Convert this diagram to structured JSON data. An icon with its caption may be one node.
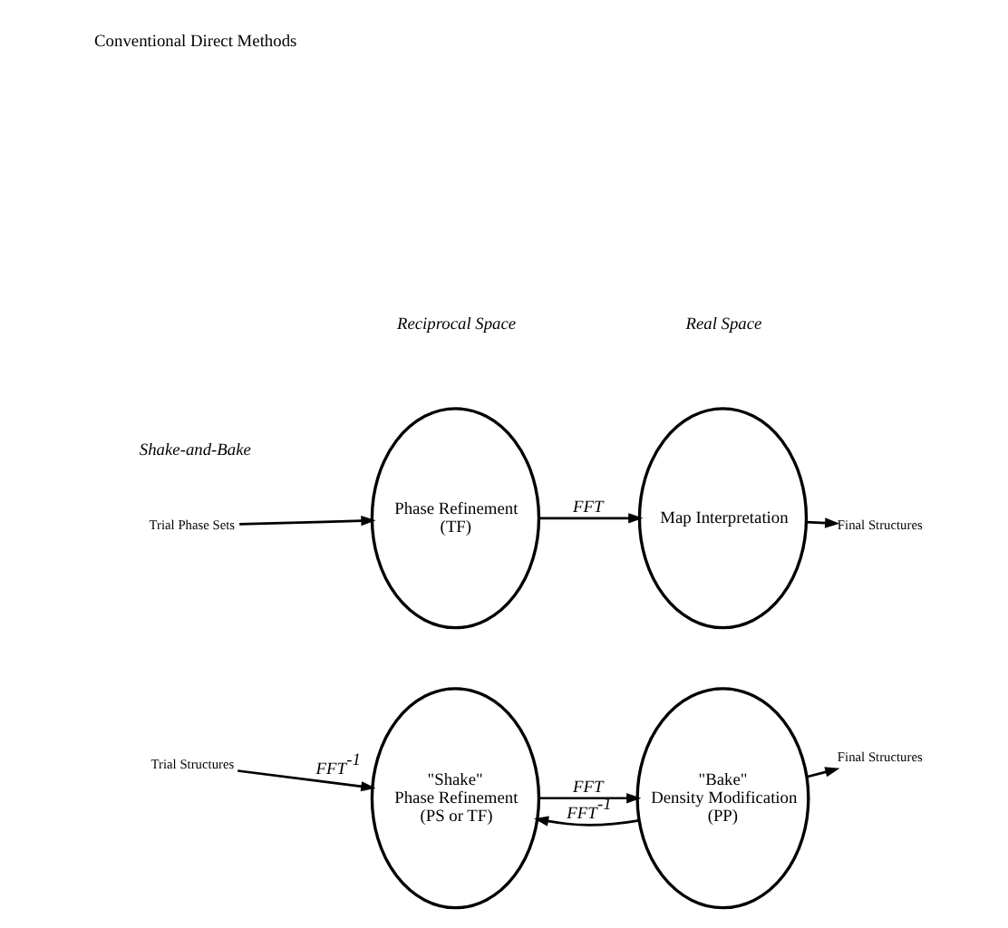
{
  "diagram": {
    "nodes": [
      {
        "text": [
          "Trial Phase Sets"
        ]
      },
      {
        "text": [
          "Phase Refinement",
          "(TF)"
        ]
      },
      {
        "text": [
          "Map Interpretation"
        ]
      },
      {
        "text": [
          "Final Structures"
        ]
      },
      {
        "text": [
          "Trial Structures"
        ]
      },
      {
        "text": [
          "\"Shake\"",
          "Phase Refinement",
          "(PS or TF)"
        ]
      },
      {
        "text": [
          "\"Bake\"",
          "Density Modification",
          "(PP)"
        ]
      },
      {
        "text": [
          "Final Structures"
        ]
      }
    ],
    "edges": [
      {
        "from": 0,
        "to": 1,
        "arrow": "to"
      },
      {
        "from": 1,
        "to": 2,
        "arrow": "to",
        "label": "FFT"
      },
      {
        "from": 2,
        "to": 3,
        "arrow": "to"
      },
      {
        "from": 4,
        "to": 5,
        "arrow": "to",
        "label": "FFT$^{-1}$"
      },
      {
        "from": 5,
        "to": 6,
        "arrow": "to",
        "label": "FFT"
      },
      {
        "from": 6,
        "to": 5,
        "arrow": "to",
        "label": "FFT$^{-1}$"
      },
      {
        "from": 6,
        "to": 7,
        "arrow": "to"
      }
    ],
    "labels": [
      "Reciprocal Space",
      "Real Space",
      "Conventional Direct Methods",
      "Shake-and-Bake"
    ]
  }
}
